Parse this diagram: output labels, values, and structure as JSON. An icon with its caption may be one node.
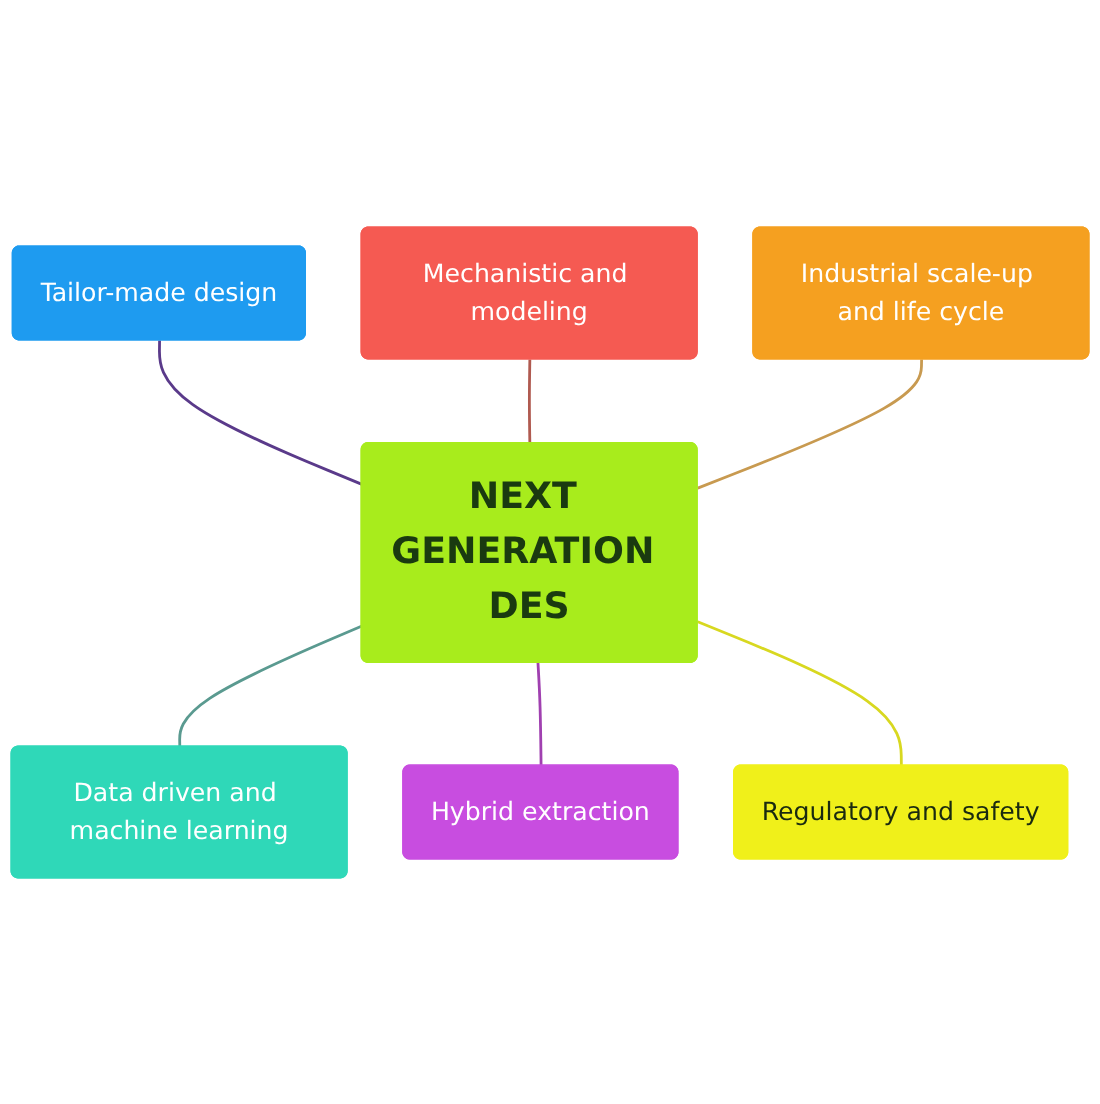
{
  "diagram": {
    "nodes": [
      {
        "text": [
          "NEXT GENERATION DES"
        ]
      },
      {
        "text": [
          "Tailor-made design"
        ]
      },
      {
        "text": [
          "Mechanistic and modeling"
        ]
      },
      {
        "text": [
          "Data driven and machine learning"
        ]
      },
      {
        "text": [
          "Hybrid extraction"
        ]
      },
      {
        "text": [
          "Regulatory and safety"
        ]
      },
      {
        "text": [
          "Industrial scale-up and life cycle"
        ]
      }
    ],
    "edges": [
      {
        "from": 0,
        "to": 1,
        "arrow": "none",
        "color": "#5a3a8a"
      },
      {
        "from": 0,
        "to": 2,
        "arrow": "none",
        "color": "#b05a50"
      },
      {
        "from": 0,
        "to": 3,
        "arrow": "none",
        "color": "#5a9a90"
      },
      {
        "from": 0,
        "to": 4,
        "arrow": "none",
        "color": "#a040b0"
      },
      {
        "from": 0,
        "to": 5,
        "arrow": "none",
        "color": "#d8d820"
      },
      {
        "from": 0,
        "to": 6,
        "arrow": "none",
        "color": "#c89a50"
      }
    ]
  }
}
